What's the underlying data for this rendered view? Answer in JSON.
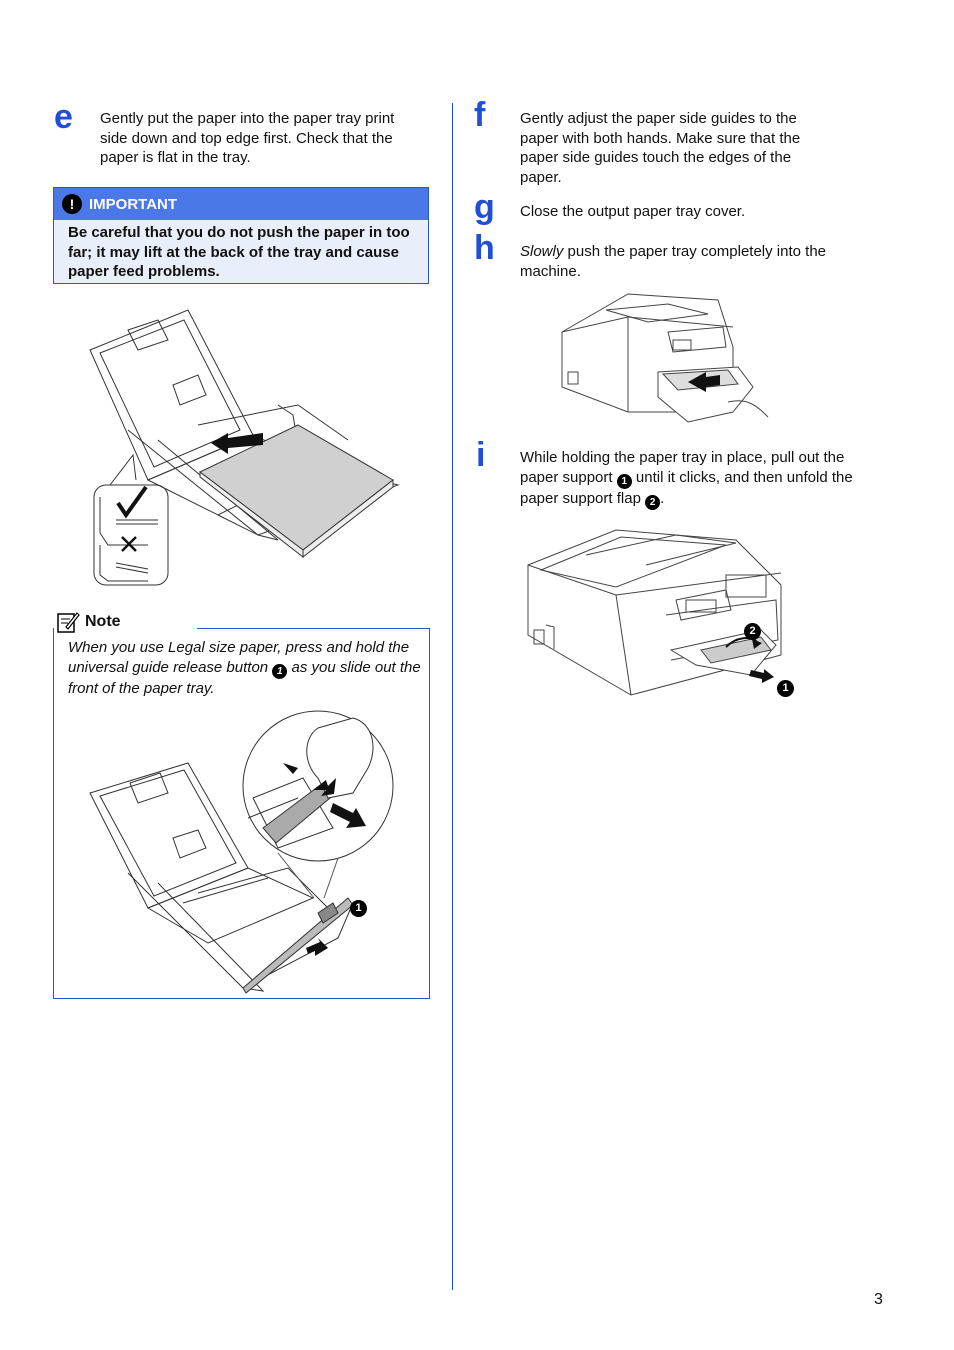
{
  "steps": {
    "e": {
      "letter": "e",
      "text": "Gently put the paper into the paper tray print side down and top edge first. Check that the paper is flat in the tray."
    },
    "f": {
      "letter": "f",
      "text": "Gently adjust the paper side guides to the paper with both hands. Make sure that the paper side guides touch the edges of the paper."
    },
    "g": {
      "letter": "g",
      "text": "Close the output paper tray cover."
    },
    "h": {
      "letter": "h",
      "text_italic": "Slowly",
      "text": " push the paper tray completely into the machine."
    },
    "i": {
      "letter": "i",
      "text_1": "While holding the paper tray in place, pull out the paper support ",
      "num_1": "1",
      "text_2": " until it clicks, and then unfold the paper support flap ",
      "num_2": "2",
      "text_3": "."
    }
  },
  "important": {
    "icon": "exclamation-icon",
    "label": "IMPORTANT",
    "text": "Be careful that you do not push the paper in too far; it may lift at the back of the tray and cause paper feed problems."
  },
  "note": {
    "icon": "note-pencil-icon",
    "label": "Note",
    "text_1": "When you use Legal size paper, press and hold the universal guide release button ",
    "num": "1",
    "text_2": " as you slide out the front of the paper tray."
  },
  "figure_labels": {
    "note_callout": "1",
    "printer_callout_1": "1",
    "printer_callout_2": "2"
  },
  "page_number": "3",
  "colors": {
    "accent": "#1f4fd6",
    "important_header": "#4a78e6",
    "important_bg": "#e9eefb"
  }
}
